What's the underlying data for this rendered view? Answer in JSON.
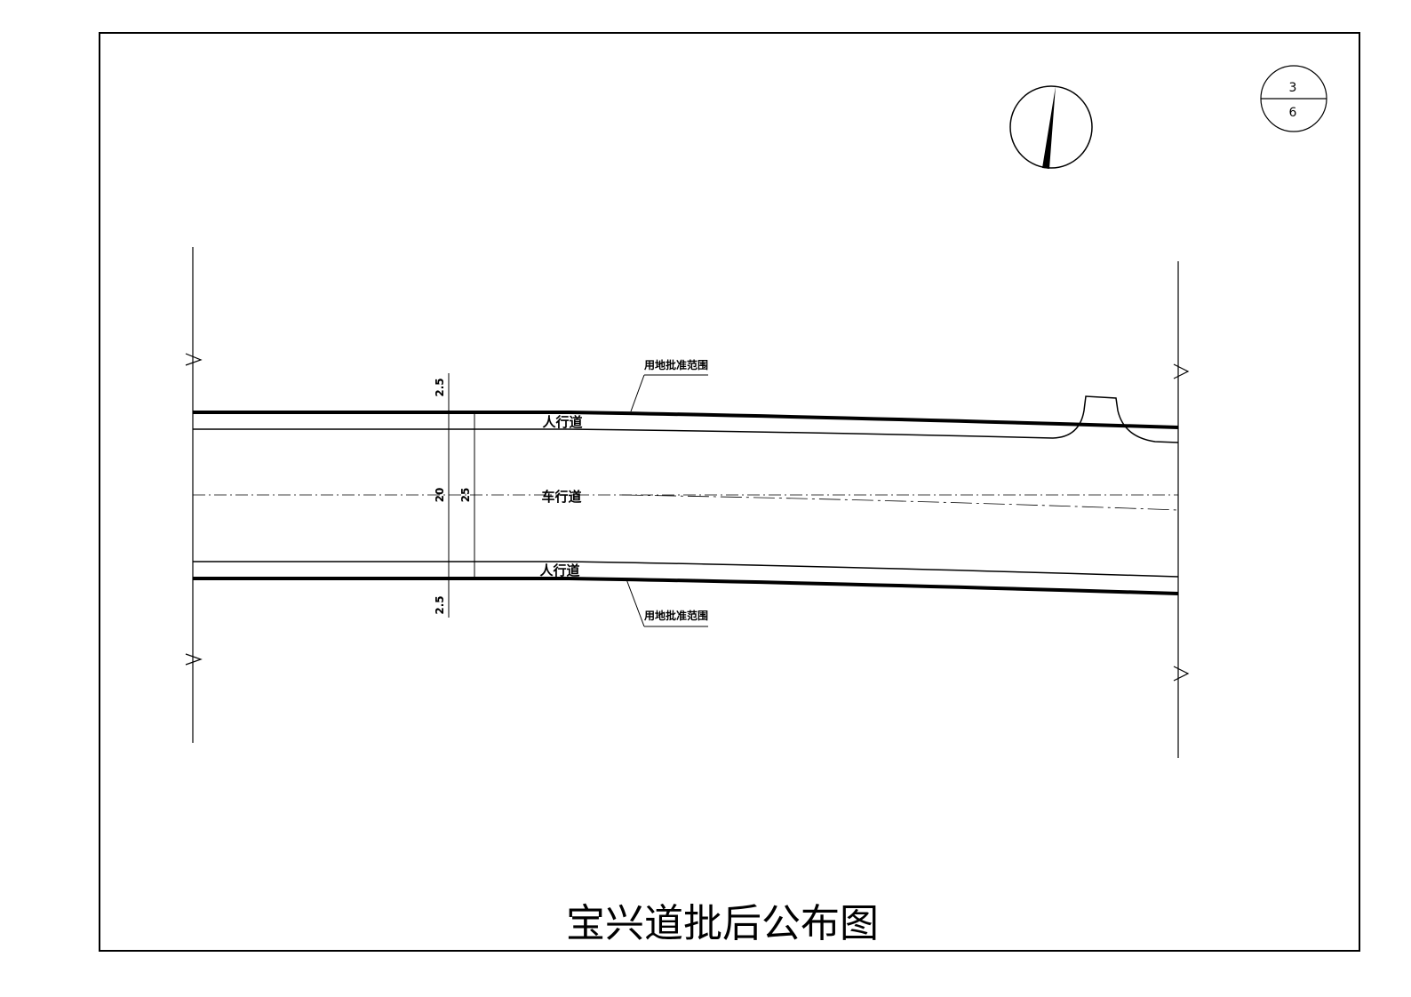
{
  "drawing": {
    "title": "宝兴道批后公布图",
    "sheet": {
      "number": "3",
      "total": "6"
    },
    "labels": {
      "sidewalk_top": "人行道",
      "carriageway": "车行道",
      "sidewalk_bottom": "人行道",
      "land_boundary_top": "用地批准范围",
      "land_boundary_bottom": "用地批准范围"
    },
    "dimensions": {
      "top_sidewalk": "2.5",
      "carriageway": "20",
      "total": "25",
      "bottom_sidewalk": "2.5"
    }
  }
}
